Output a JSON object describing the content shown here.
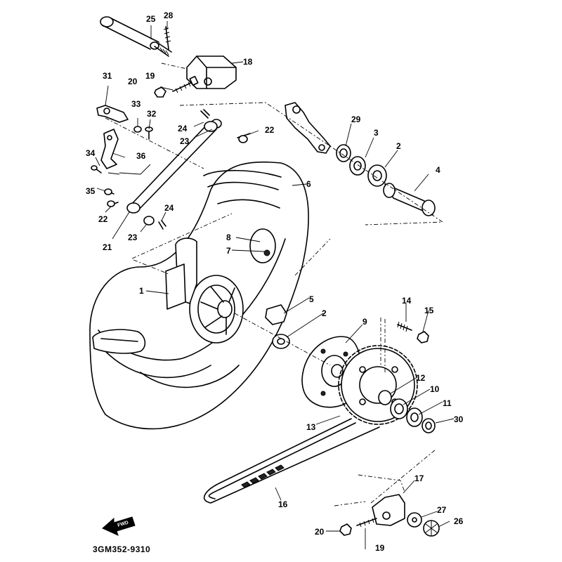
{
  "drawing_code": "3GM352-9310",
  "fwd_marker": {
    "text": "FWD",
    "icon": "fwd-arrow-icon"
  },
  "callouts": [
    {
      "id": "25",
      "text": "25"
    },
    {
      "id": "28",
      "text": "28"
    },
    {
      "id": "18",
      "text": "18"
    },
    {
      "id": "19a",
      "text": "19"
    },
    {
      "id": "20a",
      "text": "20"
    },
    {
      "id": "31",
      "text": "31"
    },
    {
      "id": "33",
      "text": "33"
    },
    {
      "id": "32",
      "text": "32"
    },
    {
      "id": "24a",
      "text": "24"
    },
    {
      "id": "23a",
      "text": "23"
    },
    {
      "id": "22a",
      "text": "22"
    },
    {
      "id": "29",
      "text": "29"
    },
    {
      "id": "3",
      "text": "3"
    },
    {
      "id": "2a",
      "text": "2"
    },
    {
      "id": "4",
      "text": "4"
    },
    {
      "id": "34",
      "text": "34"
    },
    {
      "id": "36",
      "text": "36"
    },
    {
      "id": "35",
      "text": "35"
    },
    {
      "id": "6",
      "text": "6"
    },
    {
      "id": "22b",
      "text": "22"
    },
    {
      "id": "24b",
      "text": "24"
    },
    {
      "id": "23b",
      "text": "23"
    },
    {
      "id": "21",
      "text": "21"
    },
    {
      "id": "8",
      "text": "8"
    },
    {
      "id": "7",
      "text": "7"
    },
    {
      "id": "1",
      "text": "1"
    },
    {
      "id": "5",
      "text": "5"
    },
    {
      "id": "2b",
      "text": "2"
    },
    {
      "id": "14",
      "text": "14"
    },
    {
      "id": "15",
      "text": "15"
    },
    {
      "id": "9",
      "text": "9"
    },
    {
      "id": "12",
      "text": "12"
    },
    {
      "id": "10",
      "text": "10"
    },
    {
      "id": "11",
      "text": "11"
    },
    {
      "id": "30",
      "text": "30"
    },
    {
      "id": "13",
      "text": "13"
    },
    {
      "id": "17",
      "text": "17"
    },
    {
      "id": "16",
      "text": "16"
    },
    {
      "id": "27",
      "text": "27"
    },
    {
      "id": "26",
      "text": "26"
    },
    {
      "id": "20b",
      "text": "20"
    },
    {
      "id": "19b",
      "text": "19"
    }
  ]
}
